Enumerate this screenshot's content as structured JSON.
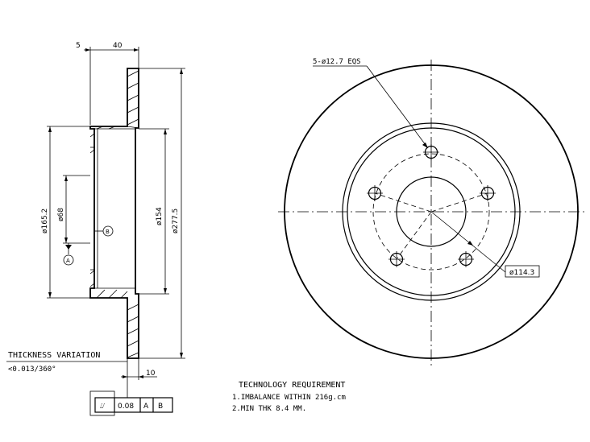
{
  "side_view": {
    "dim_top_left": "5",
    "dim_top_right": "40",
    "dim_165": "ø165.2",
    "dim_68": "ø68",
    "dim_154": "ø154",
    "dim_277": "ø277.5",
    "dim_10": "10",
    "datum_a": "A",
    "datum_b": "B"
  },
  "thickness": {
    "title": "THICKNESS VARIATION",
    "value": "<0.013/360°"
  },
  "tolerance_frame": {
    "symbol": "⌰",
    "value": "0.08",
    "ref_a": "A",
    "ref_b": "B"
  },
  "front_view": {
    "holes_label": "5-ø12.7 EQS",
    "pcd_label": "ø114.3"
  },
  "tech": {
    "title": "TECHNOLOGY REQUIREMENT",
    "line1": "1.IMBALANCE WITHIN 216g.cm",
    "line2": "2.MIN THK 8.4 MM."
  }
}
